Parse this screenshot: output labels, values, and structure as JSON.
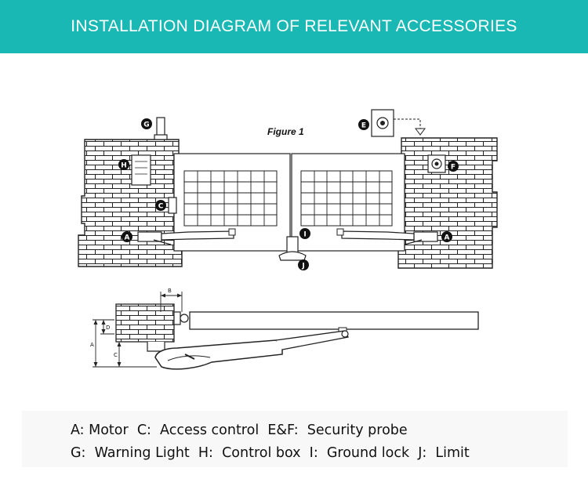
{
  "header": {
    "title": "INSTALLATION DIAGRAM OF RELEVANT ACCESSORIES"
  },
  "figure": {
    "caption": "Figure 1",
    "markers": {
      "G": "G",
      "H": "H",
      "C": "C",
      "A": "A",
      "E": "E",
      "F": "F",
      "I": "I",
      "J": "J"
    },
    "dimension_labels": {
      "A": "A",
      "B": "B",
      "C": "C",
      "D": "D"
    }
  },
  "legend": {
    "line1": "A: Motor  C:  Access control  E&F:  Security probe",
    "line2": "G:  Warning Light  H:  Control box  I:  Ground lock  J:  Limit"
  },
  "colors": {
    "banner": "#1ab8b4",
    "ink": "#111111"
  }
}
